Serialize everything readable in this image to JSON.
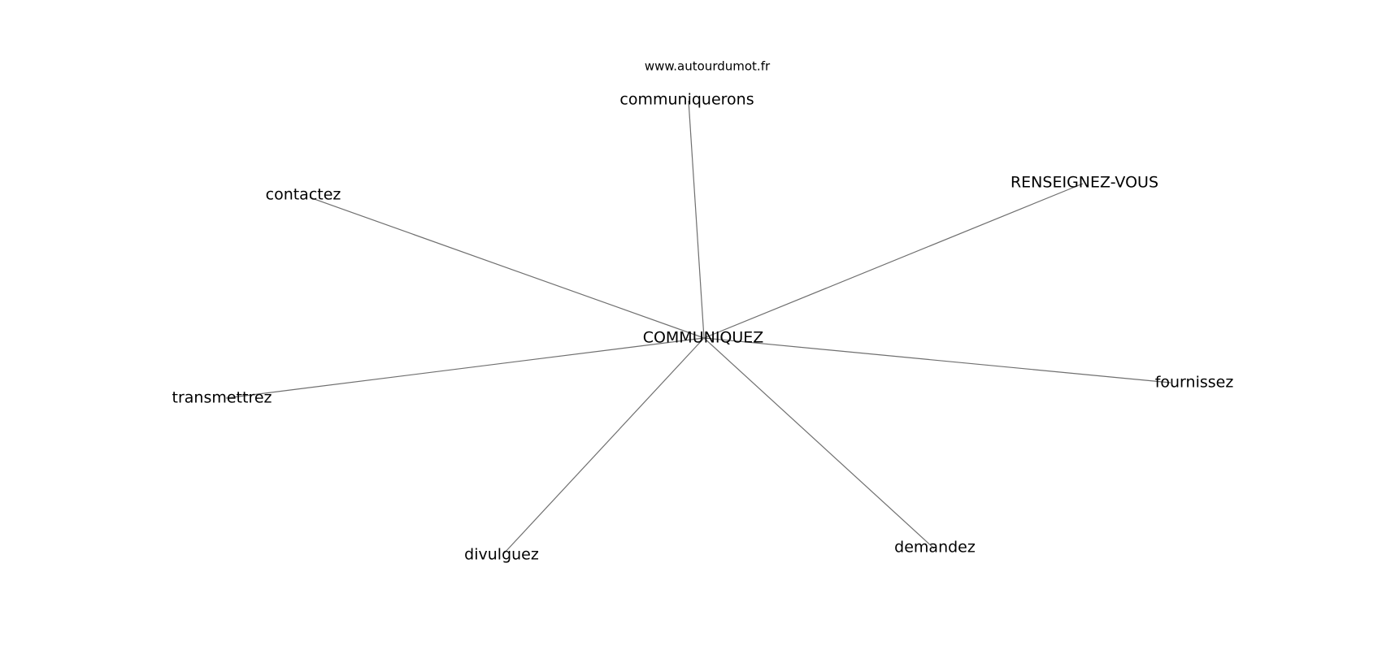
{
  "website": "www.autourdumot.fr",
  "center": {
    "label": "COMMUNIQUEZ"
  },
  "neighbors": [
    {
      "id": "communiquerons",
      "label": "communiquerons"
    },
    {
      "id": "renseignez-vous",
      "label": "RENSEIGNEZ-VOUS"
    },
    {
      "id": "contactez",
      "label": "contactez"
    },
    {
      "id": "transmettrez",
      "label": "transmettrez"
    },
    {
      "id": "fournissez",
      "label": "fournissez"
    },
    {
      "id": "divulguez",
      "label": "divulguez"
    },
    {
      "id": "demandez",
      "label": "demandez"
    }
  ],
  "colors": {
    "edge": "#6f6f6f",
    "text": "#000000",
    "background": "#ffffff"
  }
}
